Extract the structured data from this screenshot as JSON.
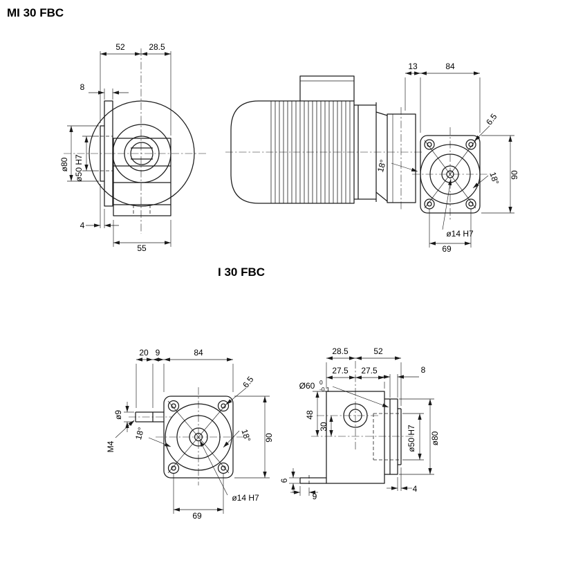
{
  "titles": {
    "top": "MI 30 FBC",
    "bottom": "I 30 FBC"
  },
  "mi30": {
    "side_view": {
      "dim_52": "52",
      "dim_28_5": "28.5",
      "dim_8": "8",
      "dim_d80": "ø80",
      "dim_d50": "ø50 H7",
      "dim_4": "4",
      "dim_55": "55"
    },
    "motor_view": {
      "dim_13": "13",
      "dim_84": "84"
    },
    "face_view": {
      "dim_6_5": "6.5",
      "dim_18_left": "18°",
      "dim_18_right": "18°",
      "dim_90": "90",
      "dim_d14": "ø14 H7",
      "dim_69": "69"
    }
  },
  "i30": {
    "face_view": {
      "dim_20": "20",
      "dim_9": "9",
      "dim_84": "84",
      "dim_d9": "ø9",
      "dim_m4": "M4",
      "dim_18_left": "18°",
      "dim_18_right": "18°",
      "dim_6_5": "6.5",
      "dim_90": "90",
      "dim_d14": "ø14 H7",
      "dim_69": "69"
    },
    "side_view": {
      "dim_28_5": "28.5",
      "dim_52": "52",
      "dim_27_5_a": "27.5",
      "dim_27_5_b": "27.5",
      "dim_8": "8",
      "dim_d60": "Ø60",
      "dim_d60_tol_top": "0",
      "dim_d60_tol_bottom": "-0.1",
      "dim_48": "48",
      "dim_30": "30",
      "dim_d50": "ø50 H7",
      "dim_d80": "ø80",
      "dim_6": "6",
      "dim_9": "9",
      "dim_4": "4"
    }
  }
}
